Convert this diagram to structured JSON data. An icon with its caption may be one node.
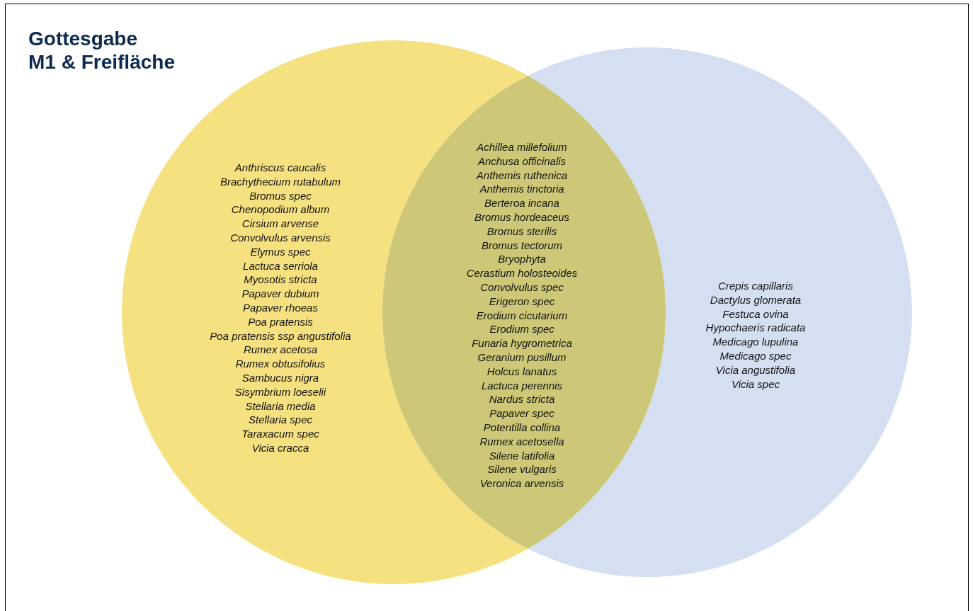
{
  "diagram": {
    "title": "Gottesgabe M1 & Freifläche",
    "nodes": [
      {
        "text": [
          "Anthriscus caucalis",
          "Brachythecium rutabulum",
          "Bromus spec",
          "Chenopodium album",
          "Cirsium arvense",
          "Convolvulus arvensis",
          "Elymus spec",
          "Lactuca serriola",
          "Myosotis stricta",
          "Papaver dubium",
          "Papaver rhoeas",
          "Poa pratensis",
          "Poa pratensis ssp angustifolia",
          "Rumex acetosa",
          "Rumex obtusifolius",
          "Sambucus nigra",
          "Sisymbrium loeselii",
          "Stellaria media",
          "Stellaria spec",
          "Taraxacum spec",
          "Vicia cracca"
        ]
      },
      {
        "text": [
          "Crepis capillaris",
          "Dactylus glomerata",
          "Festuca ovina",
          "Hypochaeris radicata",
          "Medicago lupulina",
          "Medicago spec",
          "Vicia angustifolia",
          "Vicia spec"
        ]
      },
      {
        "text": [
          "Achillea millefolium",
          "Anchusa officinalis",
          "Anthemis ruthenica",
          "Anthemis tinctoria",
          "Berteroa incana",
          "Bromus hordeaceus",
          "Bromus sterilis",
          "Bromus tectorum",
          "Bryophyta",
          "Cerastium holosteoides",
          "Convolvulus spec",
          "Erigeron spec",
          "Erodium cicutarium",
          "Erodium spec",
          "Funaria hygrometrica",
          "Geranium pusillum",
          "Holcus lanatus",
          "Lactuca perennis",
          "Nardus stricta",
          "Papaver spec",
          "Potentilla collina",
          "Rumex acetosella",
          "Silene latifolia",
          "Silene vulgaris",
          "Veronica arvensis"
        ]
      }
    ],
    "edges": []
  }
}
